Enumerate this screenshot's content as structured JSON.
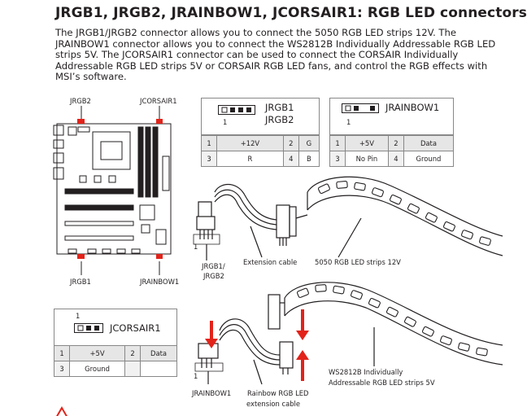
{
  "title": "JRGB1, JRGB2, JRAINBOW1, JCORSAIR1: RGB LED connectors",
  "intro": "The JRGB1/JRGB2 connector allows you to connect the 5050 RGB LED strips 12V. The JRAINBOW1 connector allows you to connect the WS2812B Individually Addressable RGB LED strips 5V. The JCORSAIR1 connector can be used to connect the CORSAIR Individually Addressable RGB LED strips 5V or CORSAIR RGB LED fans, and control the RGB effects with MSI’s software.",
  "board_labels": {
    "jrgb2": "JRGB2",
    "jcorsair1": "JCORSAIR1",
    "jrgb1": "JRGB1",
    "jrainbow1": "JRAINBOW1"
  },
  "jrgb": {
    "name_line1": "JRGB1",
    "name_line2": "JRGB2",
    "pin1": "1",
    "table": [
      [
        "1",
        "+12V",
        "2",
        "G"
      ],
      [
        "3",
        "R",
        "4",
        "B"
      ]
    ]
  },
  "jrainbow": {
    "name": "JRAINBOW1",
    "pin1": "1",
    "table": [
      [
        "1",
        "+5V",
        "2",
        "Data"
      ],
      [
        "3",
        "No Pin",
        "4",
        "Ground"
      ]
    ]
  },
  "jcorsair": {
    "name": "JCORSAIR1",
    "pin1": "1",
    "table": [
      [
        "1",
        "+5V",
        "2",
        "Data"
      ],
      [
        "3",
        "Ground",
        "",
        ""
      ]
    ]
  },
  "diagram_top": {
    "pin1": "1",
    "connector_label_line1": "JRGB1/",
    "connector_label_line2": "JRGB2",
    "cable_label": "Extension cable",
    "strip_label": "5050 RGB LED strips 12V"
  },
  "diagram_bottom": {
    "pin1": "1",
    "connector_label": "JRAINBOW1",
    "cable_label_line1": "Rainbow RGB LED",
    "cable_label_line2": "extension cable",
    "strip_label_line1": "WS2812B Individually",
    "strip_label_line2": "Addressable RGB LED strips 5V"
  },
  "colors": {
    "accent": "#e2231a",
    "text": "#231f20"
  }
}
